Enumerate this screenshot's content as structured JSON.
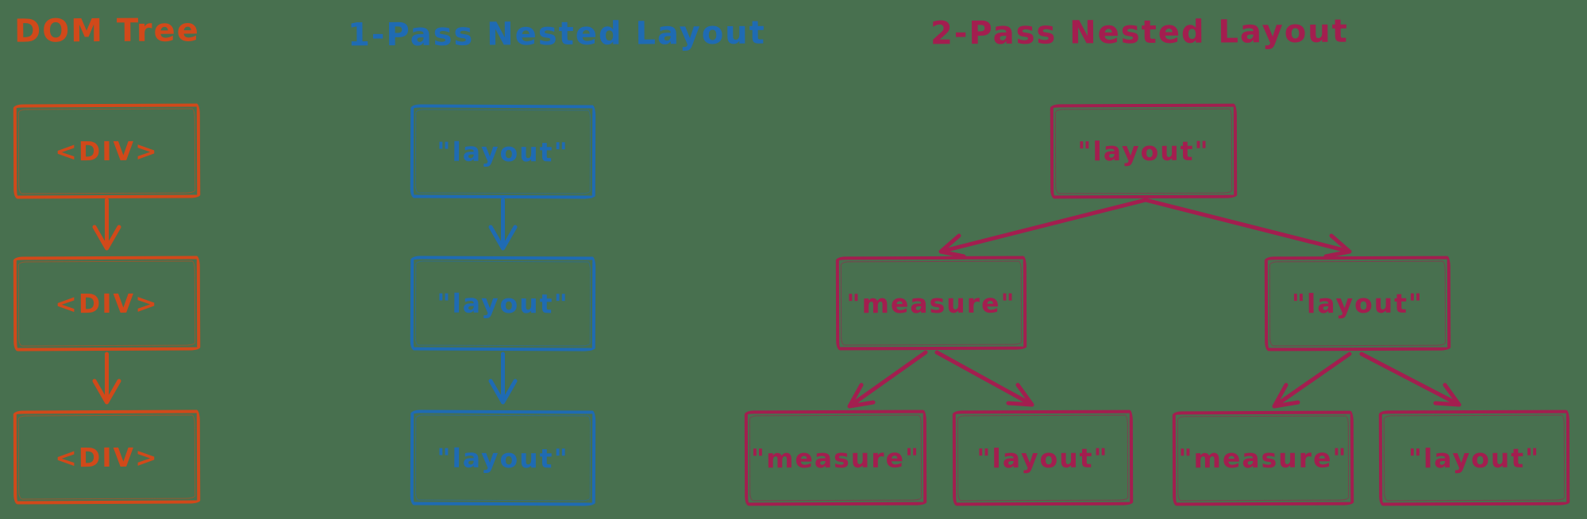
{
  "background_color": "#48704f",
  "columns": [
    {
      "title": "DOM Tree",
      "color": "#d1491a",
      "nodes": [
        {
          "label": "<DIV>"
        },
        {
          "label": "<DIV>"
        },
        {
          "label": "<DIV>"
        }
      ]
    },
    {
      "title": "1-Pass Nested Layout",
      "color": "#1f6bb3",
      "nodes": [
        {
          "label": "\"layout\""
        },
        {
          "label": "\"layout\""
        },
        {
          "label": "\"layout\""
        }
      ]
    },
    {
      "title": "2-Pass Nested Layout",
      "color": "#a31e4f",
      "nodes": [
        {
          "label": "\"layout\""
        },
        {
          "label": "\"measure\""
        },
        {
          "label": "\"layout\""
        },
        {
          "label": "\"measure\""
        },
        {
          "label": "\"layout\""
        },
        {
          "label": "\"measure\""
        },
        {
          "label": "\"layout\""
        }
      ]
    }
  ]
}
